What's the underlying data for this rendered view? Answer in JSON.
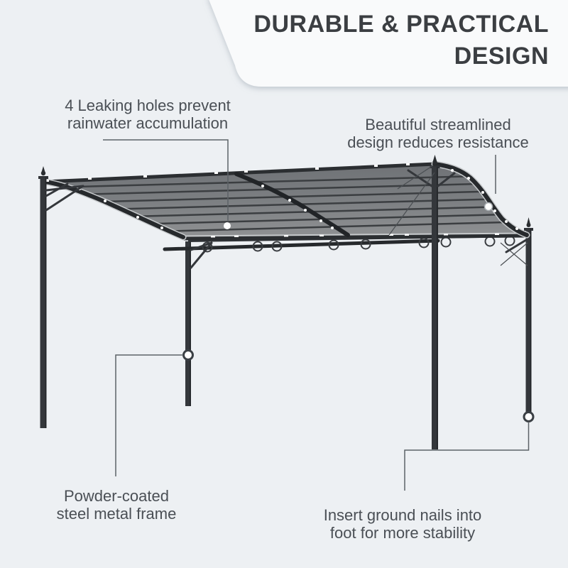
{
  "title": {
    "line1": "DURABLE & PRACTICAL",
    "line2": "DESIGN"
  },
  "callouts": {
    "leaking_holes": {
      "lines": [
        "4 Leaking holes prevent",
        "rainwater accumulation"
      ]
    },
    "streamlined": {
      "lines": [
        "Beautiful streamlined",
        "design reduces resistance"
      ]
    },
    "frame": {
      "lines": [
        "Powder-coated",
        "steel metal frame"
      ]
    },
    "ground_nails": {
      "lines": [
        "Insert ground nails into",
        "foot for more stability"
      ]
    }
  },
  "colors": {
    "background": "#edf0f3",
    "banner": "#f9fafb",
    "title_text": "#3b3e42",
    "callout_text": "#4a4f55",
    "leader_line": "#5d6267",
    "frame_dark": "#34373b",
    "canopy_gray": "#7a7d80",
    "canopy_stripe": "#3b3e41",
    "canopy_trim": "#c7cacc",
    "marker_white": "#ffffff"
  }
}
